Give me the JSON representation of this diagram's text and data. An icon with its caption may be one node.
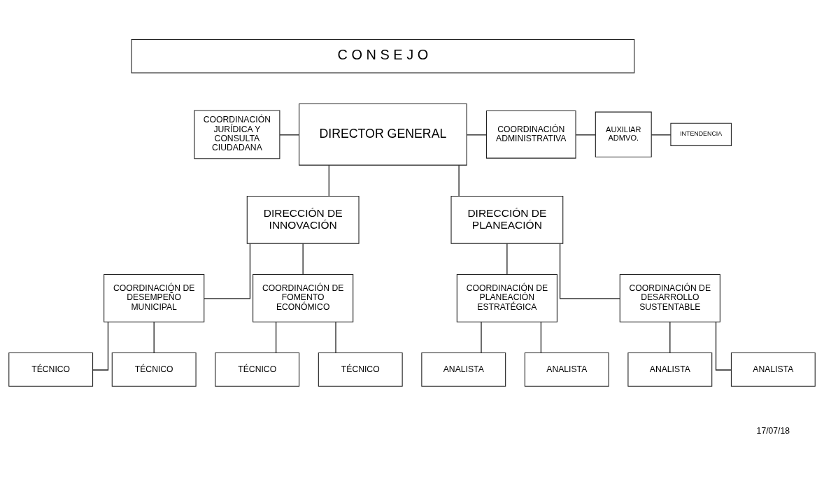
{
  "diagram": {
    "nodes": [
      {
        "text": [
          "C O N S E J O"
        ]
      },
      {
        "text": [
          "COORDINACIÓN JURÍDICA Y CONSULTA CIUDADANA"
        ]
      },
      {
        "text": [
          "DIRECTOR GENERAL"
        ]
      },
      {
        "text": [
          "COORDINACIÓN ADMINISTRATIVA"
        ]
      },
      {
        "text": [
          "AUXILIAR ADMVO."
        ]
      },
      {
        "text": [
          "INTENDENCIA"
        ]
      },
      {
        "text": [
          "DIRECCIÓN DE INNOVACIÓN"
        ]
      },
      {
        "text": [
          "DIRECCIÓN DE PLANEACIÓN"
        ]
      },
      {
        "text": [
          "COORDINACIÓN DE DESEMPEÑO MUNICIPAL"
        ]
      },
      {
        "text": [
          "COORDINACIÓN DE FOMENTO ECONÓMICO"
        ]
      },
      {
        "text": [
          "COORDINACIÓN DE PLANEACIÓN ESTRATÉGICA"
        ]
      },
      {
        "text": [
          "COORDINACIÓN DE DESARROLLO SUSTENTABLE"
        ]
      },
      {
        "text": [
          "TÉCNICO"
        ]
      },
      {
        "text": [
          "TÉCNICO"
        ]
      },
      {
        "text": [
          "TÉCNICO"
        ]
      },
      {
        "text": [
          "TÉCNICO"
        ]
      },
      {
        "text": [
          "ANALISTA"
        ]
      },
      {
        "text": [
          "ANALISTA"
        ]
      },
      {
        "text": [
          "ANALISTA"
        ]
      },
      {
        "text": [
          "ANALISTA"
        ]
      }
    ],
    "edges": [
      {
        "from": 1,
        "to": 2,
        "arrow": "none"
      },
      {
        "from": 2,
        "to": 3,
        "arrow": "none"
      },
      {
        "from": 3,
        "to": 4,
        "arrow": "none"
      },
      {
        "from": 4,
        "to": 5,
        "arrow": "none"
      },
      {
        "from": 2,
        "to": 6,
        "arrow": "none"
      },
      {
        "from": 2,
        "to": 7,
        "arrow": "none"
      },
      {
        "from": 6,
        "to": 8,
        "arrow": "none"
      },
      {
        "from": 6,
        "to": 9,
        "arrow": "none"
      },
      {
        "from": 7,
        "to": 10,
        "arrow": "none"
      },
      {
        "from": 7,
        "to": 11,
        "arrow": "none"
      },
      {
        "from": 8,
        "to": 12,
        "arrow": "none"
      },
      {
        "from": 8,
        "to": 13,
        "arrow": "none"
      },
      {
        "from": 9,
        "to": 14,
        "arrow": "none"
      },
      {
        "from": 9,
        "to": 15,
        "arrow": "none"
      },
      {
        "from": 10,
        "to": 16,
        "arrow": "none"
      },
      {
        "from": 10,
        "to": 17,
        "arrow": "none"
      },
      {
        "from": 11,
        "to": 18,
        "arrow": "none"
      },
      {
        "from": 11,
        "to": 19,
        "arrow": "none"
      }
    ],
    "labels": [
      "17/07/18"
    ]
  }
}
